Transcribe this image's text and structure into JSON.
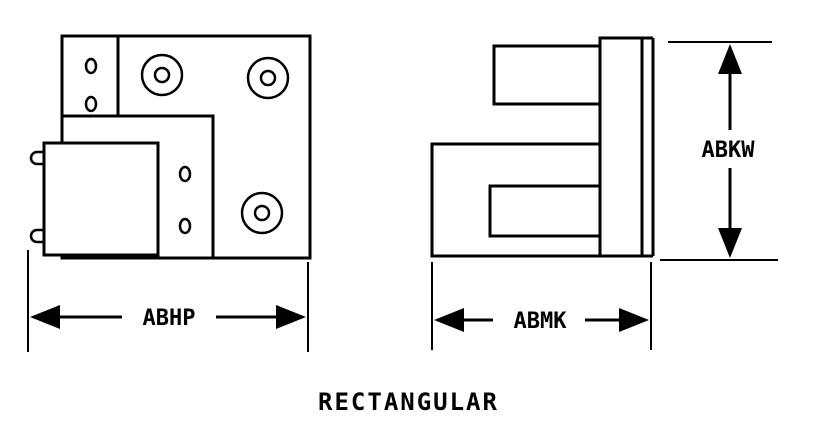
{
  "diagram": {
    "caption": "RECTANGULAR",
    "dimensions": {
      "width_front": "ABHP",
      "width_side": "ABMK",
      "height_side": "ABKW"
    }
  }
}
